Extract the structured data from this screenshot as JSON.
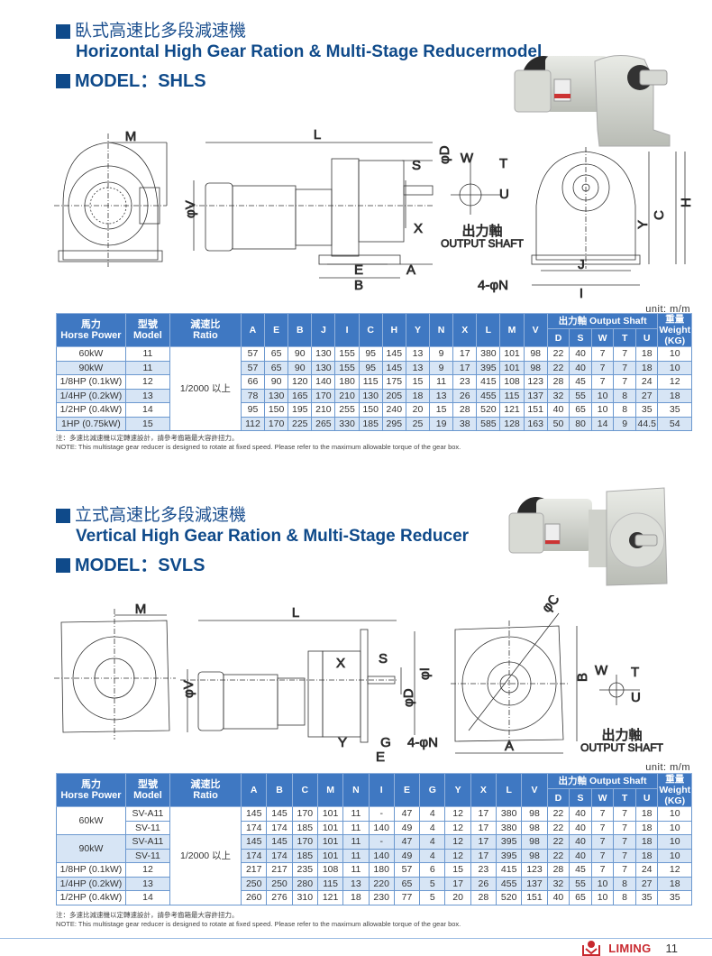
{
  "colors": {
    "brand_blue": "#0f4a8a",
    "header_blue": "#3f78c2",
    "row_alt": "#d7e5f5",
    "brand_red": "#c8282e"
  },
  "horizontal": {
    "title_zh": "臥式高速比多段減速機",
    "title_en": "Horizontal High Gear Ration & Multi-Stage Reducermodel",
    "model": "MODEL：SHLS",
    "photo_alt": "horizontal gear motor photo",
    "drawing_labels": {
      "M": "M",
      "L": "L",
      "S": "S",
      "D": "φD",
      "W": "W",
      "T": "T",
      "U": "U",
      "V": "φV",
      "X": "X",
      "E": "E",
      "A": "A",
      "B": "B",
      "H": "H",
      "C": "C",
      "Y": "Y",
      "J": "J",
      "I": "I",
      "N": "4-φN",
      "output_zh": "出力軸",
      "output_en": "OUTPUT SHAFT"
    },
    "unit": "unit: m/m",
    "table": {
      "head": {
        "hp_zh": "馬力",
        "hp_en": "Horse Power",
        "model_zh": "型號",
        "model_en": "Model",
        "ratio_zh": "減速比",
        "ratio_en": "Ratio",
        "output_group": "出力軸 Output Shaft",
        "weight_zh": "重量",
        "weight_en": "Weight (KG)"
      },
      "dim_cols": [
        "A",
        "E",
        "B",
        "J",
        "I",
        "C",
        "H",
        "Y",
        "N",
        "X",
        "L",
        "M",
        "V"
      ],
      "shaft_cols": [
        "D",
        "S",
        "W",
        "T",
        "U"
      ],
      "ratio": "1/2000 以上",
      "rows": [
        {
          "hp": "60kW",
          "model": "11",
          "vals": [
            "57",
            "65",
            "90",
            "130",
            "155",
            "95",
            "145",
            "13",
            "9",
            "17",
            "380",
            "101",
            "98",
            "22",
            "40",
            "7",
            "7",
            "18",
            "10"
          ]
        },
        {
          "hp": "90kW",
          "model": "11",
          "vals": [
            "57",
            "65",
            "90",
            "130",
            "155",
            "95",
            "145",
            "13",
            "9",
            "17",
            "395",
            "101",
            "98",
            "22",
            "40",
            "7",
            "7",
            "18",
            "10"
          ]
        },
        {
          "hp": "1/8HP (0.1kW)",
          "model": "12",
          "vals": [
            "66",
            "90",
            "120",
            "140",
            "180",
            "115",
            "175",
            "15",
            "11",
            "23",
            "415",
            "108",
            "123",
            "28",
            "45",
            "7",
            "7",
            "24",
            "12"
          ]
        },
        {
          "hp": "1/4HP (0.2kW)",
          "model": "13",
          "vals": [
            "78",
            "130",
            "165",
            "170",
            "210",
            "130",
            "205",
            "18",
            "13",
            "26",
            "455",
            "115",
            "137",
            "32",
            "55",
            "10",
            "8",
            "27",
            "18"
          ]
        },
        {
          "hp": "1/2HP (0.4kW)",
          "model": "14",
          "vals": [
            "95",
            "150",
            "195",
            "210",
            "255",
            "150",
            "240",
            "20",
            "15",
            "28",
            "520",
            "121",
            "151",
            "40",
            "65",
            "10",
            "8",
            "35",
            "35"
          ]
        },
        {
          "hp": "1HP (0.75kW)",
          "model": "15",
          "vals": [
            "112",
            "170",
            "225",
            "265",
            "330",
            "185",
            "295",
            "25",
            "19",
            "38",
            "585",
            "128",
            "163",
            "50",
            "80",
            "14",
            "9",
            "44.5",
            "54"
          ]
        }
      ]
    },
    "note_zh": "注：多速比減速機以定轉速設計，請參考齒箱最大容許扭力。",
    "note_en": "NOTE: This multistage gear reducer is designed to rotate at fixed speed.  Please refer to the maximum allowable torque of the gear box."
  },
  "vertical": {
    "title_zh": "立式高速比多段減速機",
    "title_en": "Vertical High Gear Ration & Multi-Stage Reducer",
    "model": "MODEL：SVLS",
    "drawing_labels": {
      "M": "M",
      "L": "L",
      "S": "S",
      "X": "X",
      "V": "φV",
      "D": "φD",
      "I": "φI",
      "Y": "Y",
      "G": "G",
      "E": "E",
      "N": "4-φN",
      "A": "A",
      "B": "B",
      "C": "φC",
      "W": "W",
      "T": "T",
      "U": "U",
      "output_zh": "出力軸",
      "output_en": "OUTPUT SHAFT"
    },
    "unit": "unit: m/m",
    "table": {
      "head": {
        "hp_zh": "馬力",
        "hp_en": "Horse Power",
        "model_zh": "型號",
        "model_en": "Model",
        "ratio_zh": "減速比",
        "ratio_en": "Ratio",
        "output_group": "出力軸 Output Shaft",
        "weight_zh": "重量",
        "weight_en": "Weight (KG)"
      },
      "dim_cols": [
        "A",
        "B",
        "C",
        "M",
        "N",
        "I",
        "E",
        "G",
        "Y",
        "X",
        "L",
        "V"
      ],
      "shaft_cols": [
        "D",
        "S",
        "W",
        "T",
        "U"
      ],
      "ratio": "1/2000 以上",
      "rows": [
        {
          "hp": "60kW",
          "model": "SV-A11",
          "vals": [
            "145",
            "145",
            "170",
            "101",
            "11",
            "-",
            "47",
            "4",
            "12",
            "17",
            "380",
            "98",
            "22",
            "40",
            "7",
            "7",
            "18",
            "10"
          ]
        },
        {
          "hp": "",
          "model": "SV-11",
          "vals": [
            "174",
            "174",
            "185",
            "101",
            "11",
            "140",
            "49",
            "4",
            "12",
            "17",
            "380",
            "98",
            "22",
            "40",
            "7",
            "7",
            "18",
            "10"
          ]
        },
        {
          "hp": "90kW",
          "model": "SV-A11",
          "vals": [
            "145",
            "145",
            "170",
            "101",
            "11",
            "-",
            "47",
            "4",
            "12",
            "17",
            "395",
            "98",
            "22",
            "40",
            "7",
            "7",
            "18",
            "10"
          ]
        },
        {
          "hp": "",
          "model": "SV-11",
          "vals": [
            "174",
            "174",
            "185",
            "101",
            "11",
            "140",
            "49",
            "4",
            "12",
            "17",
            "395",
            "98",
            "22",
            "40",
            "7",
            "7",
            "18",
            "10"
          ]
        },
        {
          "hp": "1/8HP (0.1kW)",
          "model": "12",
          "vals": [
            "217",
            "217",
            "235",
            "108",
            "11",
            "180",
            "57",
            "6",
            "15",
            "23",
            "415",
            "123",
            "28",
            "45",
            "7",
            "7",
            "24",
            "12"
          ]
        },
        {
          "hp": "1/4HP (0.2kW)",
          "model": "13",
          "vals": [
            "250",
            "250",
            "280",
            "115",
            "13",
            "220",
            "65",
            "5",
            "17",
            "26",
            "455",
            "137",
            "32",
            "55",
            "10",
            "8",
            "27",
            "18"
          ]
        },
        {
          "hp": "1/2HP (0.4kW)",
          "model": "14",
          "vals": [
            "260",
            "276",
            "310",
            "121",
            "18",
            "230",
            "77",
            "5",
            "20",
            "28",
            "520",
            "151",
            "40",
            "65",
            "10",
            "8",
            "35",
            "35"
          ]
        }
      ]
    },
    "note_zh": "注：多速比減速機以定轉速設計，請參考齒箱最大容許扭力。",
    "note_en": "NOTE: This multistage gear reducer is designed to rotate at fixed speed.  Please refer to the maximum allowable torque of the gear box."
  },
  "footer": {
    "brand": "LIMING",
    "page": "11"
  }
}
